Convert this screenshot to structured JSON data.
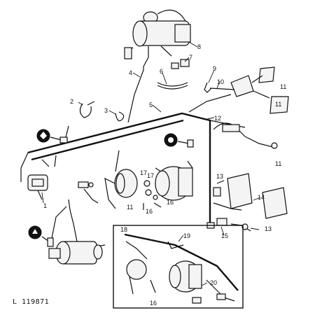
{
  "figure_ref": "L 119871",
  "callouts": {
    "c1": "1",
    "c2": "2",
    "c3": "3",
    "c4": "4",
    "c5": "5",
    "c6": "6",
    "c7": "7",
    "c8": "8",
    "c9": "9",
    "c10": "10",
    "c11a": "11",
    "c11b": "11",
    "c11c": "11",
    "c11d": "11",
    "c12": "12",
    "c13a": "13",
    "c13b": "13",
    "c14": "14",
    "c15": "15",
    "c16a": "16",
    "c16b": "16",
    "c16c": "16",
    "c17a": "17",
    "c17b": "17",
    "c18": "18",
    "c19": "19",
    "c20": "20"
  }
}
